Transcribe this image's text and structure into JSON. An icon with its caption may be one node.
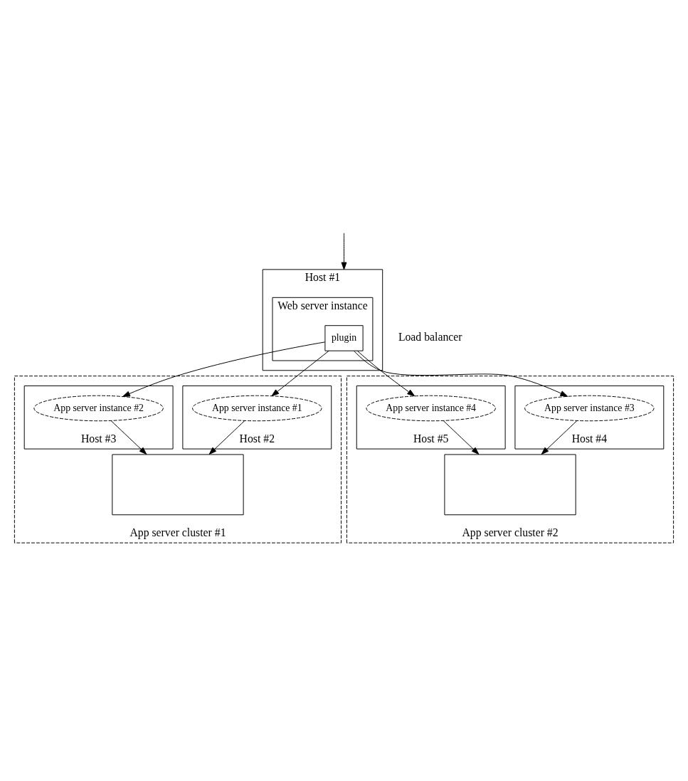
{
  "diagram": {
    "nodes": [
      {
        "text": [
          "Host #1"
        ],
        "beside": [
          "Load balancer"
        ]
      },
      {
        "text": [
          "Web server instance"
        ],
        "in": 0
      },
      {
        "text": [
          "plugin"
        ],
        "in": 1
      },
      {
        "text": [
          "App server cluster #1"
        ]
      },
      {
        "text": [
          "Host #2"
        ],
        "in": 3
      },
      {
        "text": [
          "App server instance #1"
        ],
        "in": 4
      },
      {
        "text": [
          "Host #3"
        ],
        "in": 3
      },
      {
        "text": [
          "App server instance #2"
        ],
        "in": 6
      },
      {
        "text": [],
        "shape": "box",
        "in": 3
      },
      {
        "text": [
          "App server cluster #2"
        ]
      },
      {
        "text": [
          "Host #4"
        ],
        "in": 9
      },
      {
        "text": [
          "App server instance #3"
        ],
        "in": 10
      },
      {
        "text": [
          "Host #5"
        ],
        "in": 9
      },
      {
        "text": [
          "App server instance #4"
        ],
        "in": 12
      },
      {
        "text": [],
        "shape": "box",
        "in": 9
      }
    ],
    "edges": [
      {
        "from": null,
        "to": 0,
        "arrow": "to"
      },
      {
        "from": 2,
        "to": 5,
        "arrow": "to"
      },
      {
        "from": 2,
        "to": 7,
        "arrow": "to"
      },
      {
        "from": 2,
        "to": 11,
        "arrow": "to"
      },
      {
        "from": 2,
        "to": 13,
        "arrow": "to"
      },
      {
        "from": 5,
        "to": 8,
        "arrow": "to"
      },
      {
        "from": 7,
        "to": 8,
        "arrow": "to"
      },
      {
        "from": 11,
        "to": 14,
        "arrow": "to"
      },
      {
        "from": 13,
        "to": 14,
        "arrow": "to"
      }
    ]
  }
}
